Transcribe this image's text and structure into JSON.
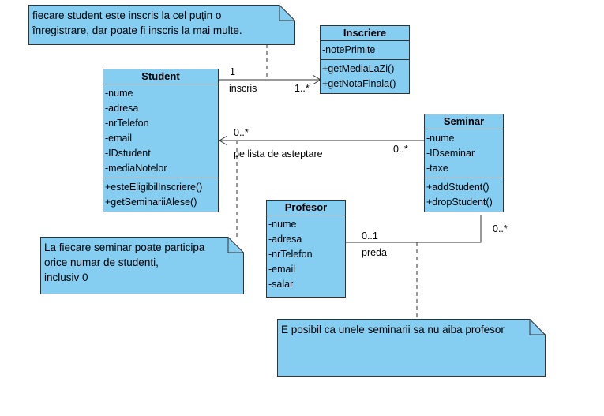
{
  "classes": {
    "inscriere": {
      "name": "Inscriere",
      "attributes": [
        "-notePrimite"
      ],
      "operations": [
        "+getMediaLaZi()",
        "+getNotaFinala()"
      ]
    },
    "student": {
      "name": "Student",
      "attributes": [
        "-nume",
        "-adresa",
        "-nrTelefon",
        "-email",
        "-IDstudent",
        "-mediaNotelor"
      ],
      "operations": [
        "+esteEligibilInscriere()",
        "+getSeminariiAlese()"
      ]
    },
    "seminar": {
      "name": "Seminar",
      "attributes": [
        "-nume",
        "-IDseminar",
        "-taxe"
      ],
      "operations": [
        "+addStudent()",
        "+dropStudent()"
      ]
    },
    "profesor": {
      "name": "Profesor",
      "attributes": [
        "-nume",
        "-adresa",
        "-nrTelefon",
        "-email",
        "-salar"
      ],
      "operations": []
    }
  },
  "notes": {
    "note1": "fiecare student este inscris la cel puţin o\nînregistrare, dar poate fi inscris la mai multe.",
    "note2": "La fiecare seminar poate participa\norice numar de studenti,\ninclusiv 0",
    "note3": "E posibil ca unele seminarii sa nu aiba profesor"
  },
  "associations": {
    "inscris": {
      "name": "inscris",
      "mult_student": "1",
      "mult_inscriere": "1..*"
    },
    "waitlist": {
      "name": "pe lista de asteptare",
      "mult_student": "0..*",
      "mult_seminar": "0..*"
    },
    "preda": {
      "name": "preda",
      "mult_profesor": "0..1",
      "mult_seminar": "0..*"
    }
  },
  "colors": {
    "fill": "#86cdf2",
    "line": "#333333"
  }
}
